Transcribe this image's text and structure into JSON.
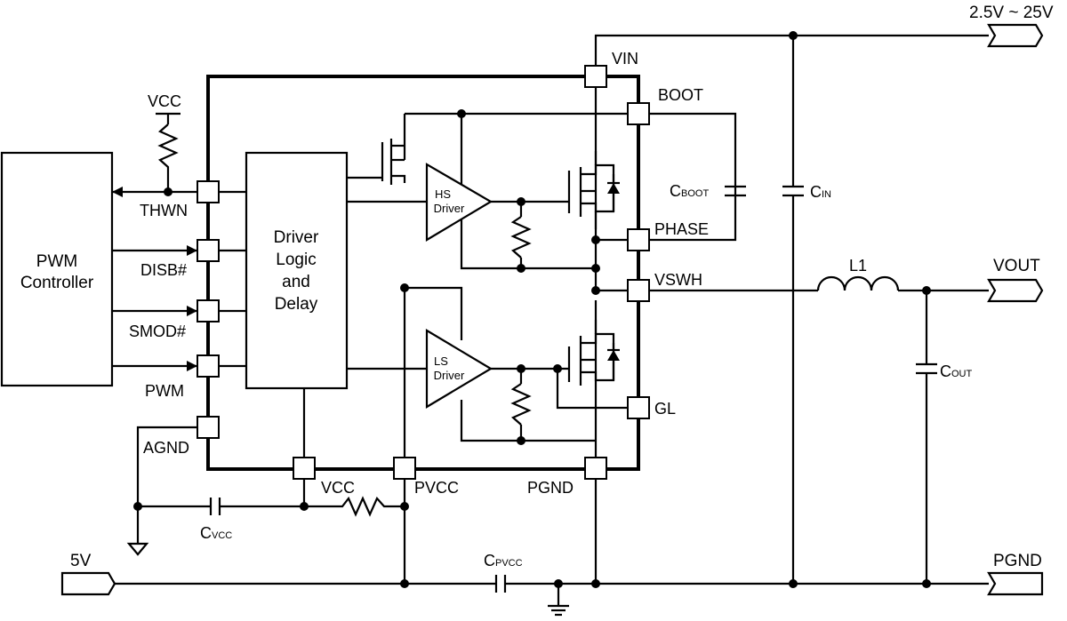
{
  "pwm_controller": {
    "line1": "PWM",
    "line2": "Controller"
  },
  "driver_logic": {
    "line1": "Driver",
    "line2": "Logic",
    "line3": "and",
    "line4": "Delay"
  },
  "hs_driver": {
    "line1": "HS",
    "line2": "Driver"
  },
  "ls_driver": {
    "line1": "LS",
    "line2": "Driver"
  },
  "pins": {
    "vin": "VIN",
    "boot": "BOOT",
    "phase": "PHASE",
    "vswh": "VSWH",
    "gl": "GL",
    "pgnd": "PGND",
    "pvcc": "PVCC",
    "vcc": "VCC",
    "thwn": "THWN",
    "disb": "DISB#",
    "smod": "SMOD#",
    "pwm": "PWM",
    "agnd": "AGND"
  },
  "vcc_pullup": "VCC",
  "components": {
    "cboot": {
      "main": "C",
      "sub": "BOOT"
    },
    "cin": {
      "main": "C",
      "sub": "IN"
    },
    "cout": {
      "main": "C",
      "sub": "OUT"
    },
    "cvcc": {
      "main": "C",
      "sub": "VCC"
    },
    "cpvcc": {
      "main": "C",
      "sub": "PVCC"
    },
    "l1": "L1"
  },
  "ports": {
    "vin_range": "2.5V ~ 25V",
    "vout": "VOUT",
    "five_v": "5V",
    "pgnd": "PGND"
  }
}
